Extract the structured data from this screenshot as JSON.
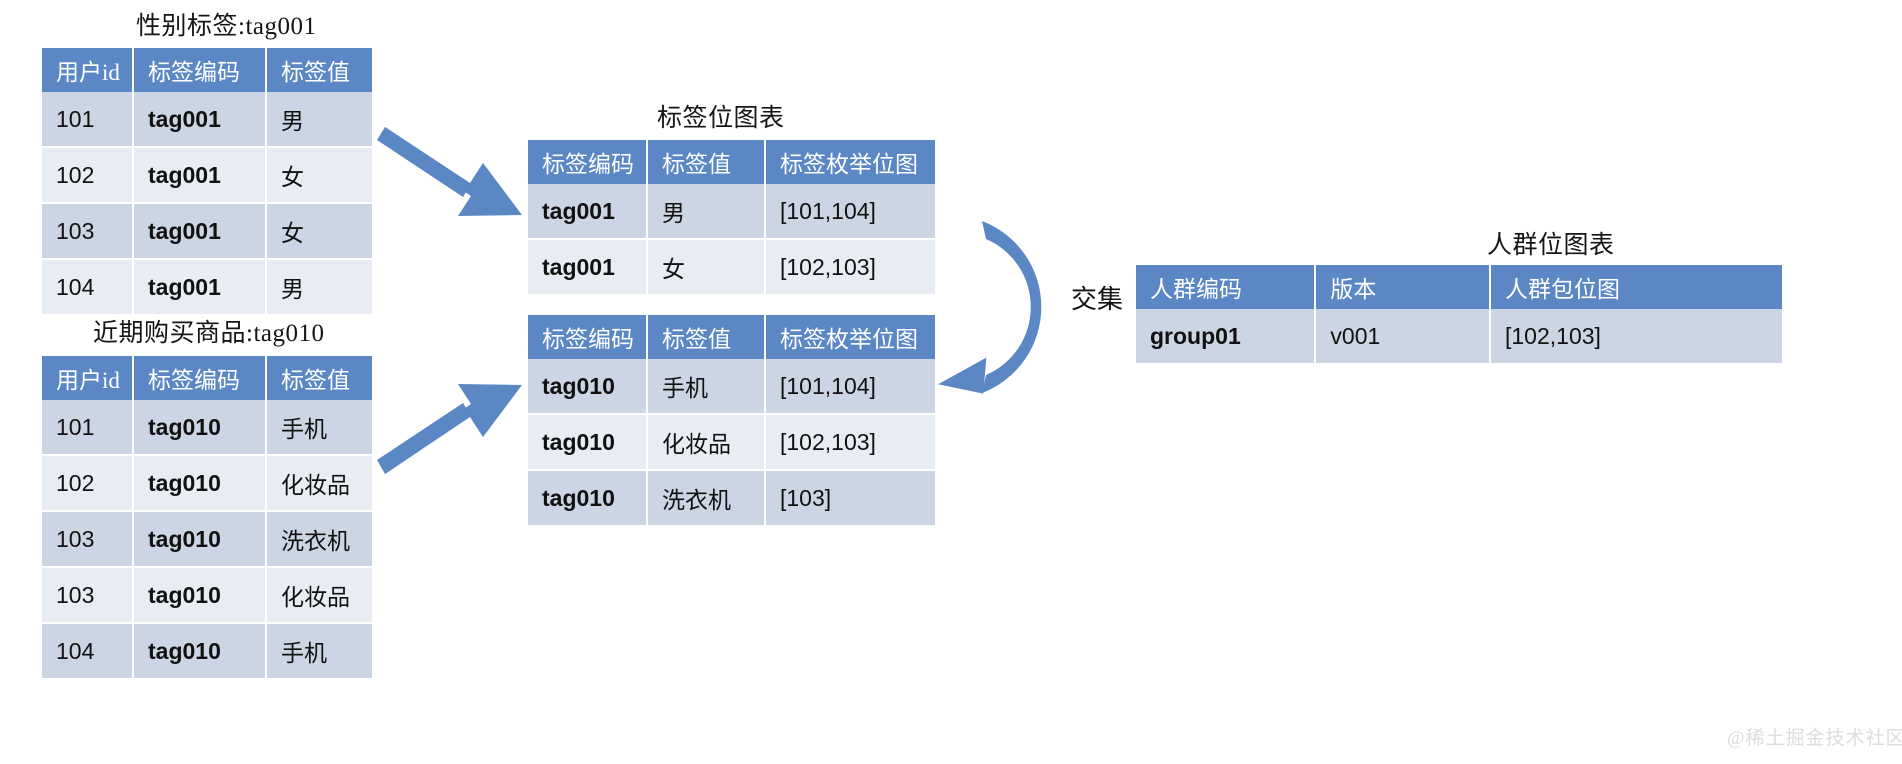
{
  "diagram": {
    "title_gender": "性别标签:tag001",
    "title_purchase": "近期购买商品:tag010",
    "title_tag_bitmap": "标签位图表",
    "title_crowd_bitmap": "人群位图表",
    "operation_label": "交集",
    "watermark": "@稀土掘金技术社区",
    "accent_color": "#5b87c5",
    "row_color_odd": "#ccd5e4",
    "row_color_even": "#e8ecf3",
    "arrow_color": "#5b87c5"
  },
  "gender_table": {
    "headers": [
      "用户id",
      "标签编码",
      "标签值"
    ],
    "rows": [
      [
        "101",
        "tag001",
        "男"
      ],
      [
        "102",
        "tag001",
        "女"
      ],
      [
        "103",
        "tag001",
        "女"
      ],
      [
        "104",
        "tag001",
        "男"
      ]
    ]
  },
  "purchase_table": {
    "headers": [
      "用户id",
      "标签编码",
      "标签值"
    ],
    "rows": [
      [
        "101",
        "tag010",
        "手机"
      ],
      [
        "102",
        "tag010",
        "化妆品"
      ],
      [
        "103",
        "tag010",
        "洗衣机"
      ],
      [
        "103",
        "tag010",
        "化妆品"
      ],
      [
        "104",
        "tag010",
        "手机"
      ]
    ]
  },
  "tag_bitmap_table_001": {
    "headers": [
      "标签编码",
      "标签值",
      "标签枚举位图"
    ],
    "rows": [
      [
        "tag001",
        "男",
        "[101,104]"
      ],
      [
        "tag001",
        "女",
        "[102,103]"
      ]
    ]
  },
  "tag_bitmap_table_010": {
    "headers": [
      "标签编码",
      "标签值",
      "标签枚举位图"
    ],
    "rows": [
      [
        "tag010",
        "手机",
        "[101,104]"
      ],
      [
        "tag010",
        "化妆品",
        "[102,103]"
      ],
      [
        "tag010",
        "洗衣机",
        "[103]"
      ]
    ]
  },
  "crowd_bitmap_table": {
    "headers": [
      "人群编码",
      "版本",
      "人群包位图"
    ],
    "rows": [
      [
        "group01",
        "v001",
        "[102,103]"
      ]
    ]
  },
  "arrows": {
    "arrow1_name": "arrow-gender-to-bitmap",
    "arrow2_name": "arrow-purchase-to-bitmap",
    "arrow3_name": "arrow-intersect-curved"
  }
}
